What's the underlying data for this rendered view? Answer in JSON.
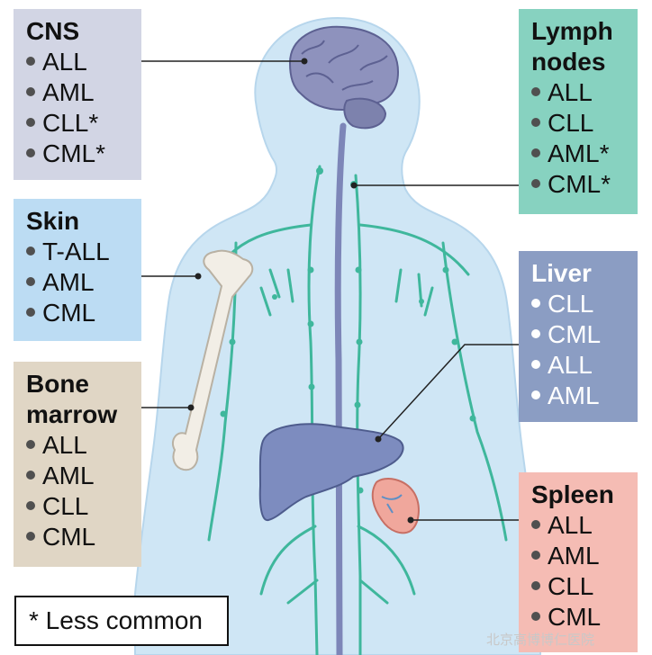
{
  "sites": {
    "cns": {
      "title": "CNS",
      "items": [
        "ALL",
        "AML",
        "CLL*",
        "CML*"
      ]
    },
    "skin": {
      "title": "Skin",
      "items": [
        "T-ALL",
        "AML",
        "CML"
      ]
    },
    "bone_marrow": {
      "title_line1": "Bone",
      "title_line2": "marrow",
      "items": [
        "ALL",
        "AML",
        "CLL",
        "CML"
      ]
    },
    "lymph_nodes": {
      "title_line1": "Lymph",
      "title_line2": "nodes",
      "items": [
        "ALL",
        "CLL",
        "AML*",
        "CML*"
      ]
    },
    "liver": {
      "title": "Liver",
      "items": [
        "CLL",
        "CML",
        "ALL",
        "AML"
      ]
    },
    "spleen": {
      "title": "Spleen",
      "items": [
        "ALL",
        "AML",
        "CLL",
        "CML"
      ]
    }
  },
  "legend": {
    "text": "* Less common"
  },
  "watermark": {
    "text": "北京高博博仁医院"
  },
  "colors": {
    "body": "#cfe6f5",
    "brain": "#8e92bd",
    "lymph": "#3fb79c",
    "spine": "#7d86b8",
    "bone": "#f2eee6",
    "liver": "#7d8cbf",
    "spleen": "#f0a79c"
  }
}
